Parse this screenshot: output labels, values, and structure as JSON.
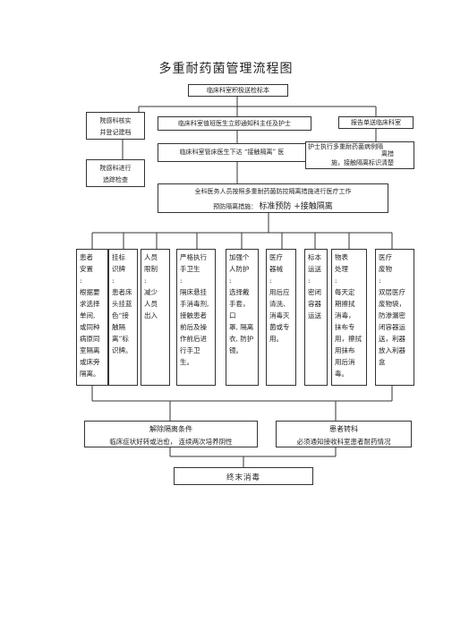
{
  "title": "多重耐药菌管理流程图",
  "top_box": "临床科室积极送检标本",
  "row2": {
    "left": "院感科核实\n并登记建档",
    "center": "临床科室值班医生立即通知科主任及护士",
    "right": "报告单送临床科室"
  },
  "row3": {
    "left": "院感科进行\n追踪检查",
    "center": "临床科室管床医生下达 “接触隔离” 医",
    "right_line1": "护士执行多重耐药菌病例隔",
    "right_line2": "离措",
    "right_line3": "施，接触隔离标识清楚"
  },
  "wide_box": {
    "line1": "全科医务人员按照多重耐药菌防控隔离措施进行医疗工作",
    "line2_prefix": "预防隔离措施：",
    "line2_emph": "标准预防 +接触隔离"
  },
  "columns": [
    "患者\n安置\n:\n根据要\n求选择\n单间,\n或同种\n病原同\n室隔离\n或床旁\n隔离。",
    "挂标\n识牌\n:\n患者床\n头挂蓝\n色“接\n触隔\n离”标\n识牌。",
    "人员\n限制\n:\n减少\n人员\n出入",
    "严格执行\n手卫生\n:\n隔床悬挂\n手消毒剂,\n接触患者\n前后及操\n作前后进\n行手卫生。",
    "加强个\n人防护\n:\n选择戴\n手套，口\n罩, 隔离\n衣, 防护\n镜。",
    "医疗\n器械\n:\n用后应\n清洗、\n消毒灭\n菌或专\n用。",
    "标本\n运送\n:\n密闭\n容器\n运送",
    "物表\n处理\n:\n每天定\n期擦拭\n消毒，\n抹布专\n用，擦拭\n用抹布\n用后消\n毒。",
    "医疗\n废物\n:\n双层医疗\n废物袋，\n防渗漏密\n闭容器运\n送，利器\n放入利器\n盒"
  ],
  "bottom": {
    "left_title": "解除隔离条件",
    "left_text": "临床症状好转或治愈， 连续两次培养阴性",
    "right_title": "患者转科",
    "right_text": "必须通知接收科室患者耐药情况"
  },
  "end_box": "终末消毒"
}
